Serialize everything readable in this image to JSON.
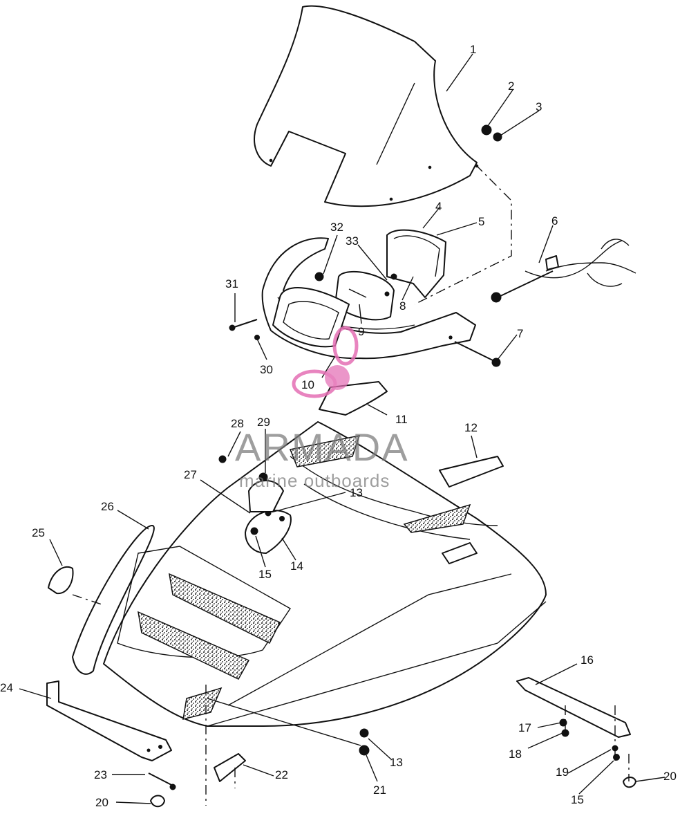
{
  "diagram": {
    "callouts": [
      "1",
      "2",
      "3",
      "4",
      "5",
      "6",
      "7",
      "8",
      "9",
      "10",
      "11",
      "12",
      "13",
      "14",
      "15",
      "16",
      "17",
      "18",
      "19",
      "20",
      "21",
      "22",
      "23",
      "24",
      "25",
      "26",
      "27",
      "28",
      "29",
      "30",
      "31",
      "32",
      "33"
    ]
  },
  "watermark": {
    "brand": "ARMADA",
    "tagline": "marine outboards",
    "colors": {
      "logo": "#e46fb4",
      "text": "#7a7a7a"
    }
  },
  "colors": {
    "line": "#111111",
    "background": "#ffffff"
  }
}
